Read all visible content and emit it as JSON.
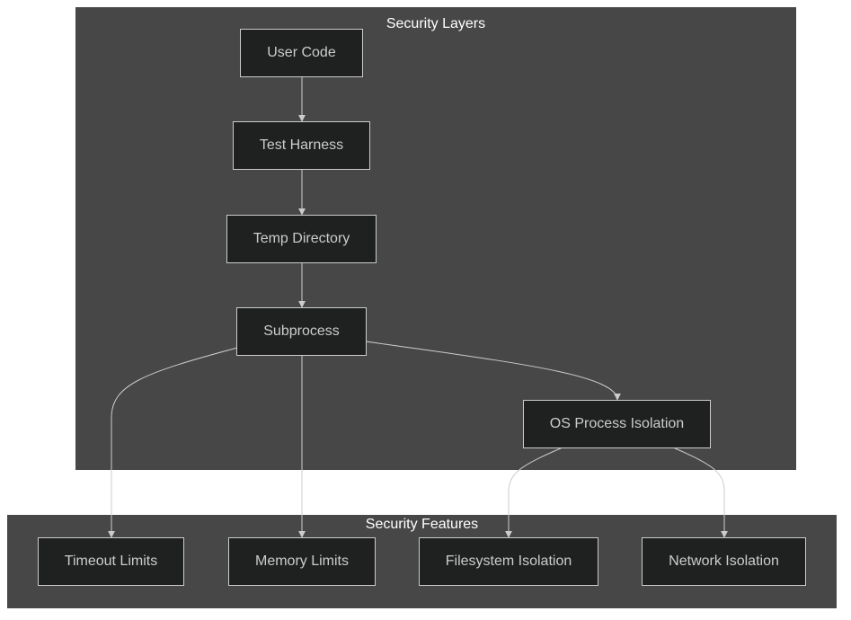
{
  "clusters": {
    "security_layers": {
      "title": "Security Layers"
    },
    "security_features": {
      "title": "Security Features"
    }
  },
  "nodes": {
    "user_code": "User Code",
    "test_harness": "Test Harness",
    "temp_directory": "Temp Directory",
    "subprocess": "Subprocess",
    "os_process_isolation": "OS Process Isolation",
    "timeout_limits": "Timeout Limits",
    "memory_limits": "Memory Limits",
    "filesystem_isolation": "Filesystem Isolation",
    "network_isolation": "Network Isolation"
  },
  "edges": [
    {
      "from": "user_code",
      "to": "test_harness"
    },
    {
      "from": "test_harness",
      "to": "temp_directory"
    },
    {
      "from": "temp_directory",
      "to": "subprocess"
    },
    {
      "from": "subprocess",
      "to": "os_process_isolation"
    },
    {
      "from": "subprocess",
      "to": "timeout_limits"
    },
    {
      "from": "subprocess",
      "to": "memory_limits"
    },
    {
      "from": "os_process_isolation",
      "to": "filesystem_isolation"
    },
    {
      "from": "os_process_isolation",
      "to": "network_isolation"
    }
  ],
  "colors": {
    "cluster_fill": "#474747",
    "node_fill": "#1f2020",
    "node_border": "#cccccc",
    "edge": "#cccccc",
    "text": "#cccccc",
    "cluster_title": "#ffffff"
  }
}
